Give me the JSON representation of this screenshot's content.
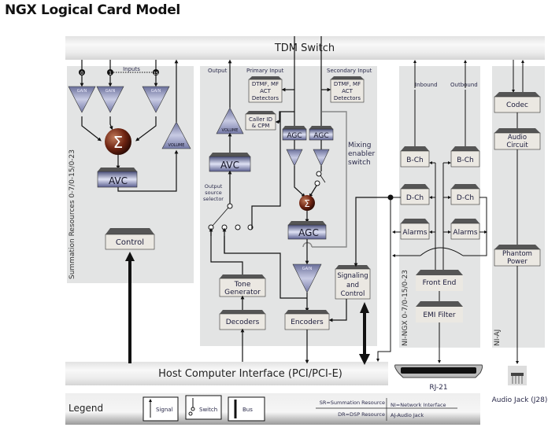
{
  "title": "NGX Logical Card Model",
  "buses": {
    "tdm": "TDM Switch",
    "host": "Host Computer Interface (PCI/PCI-E)"
  },
  "panels": {
    "summation": {
      "side_label": "Summation Resources 0-7/0-15/0-23",
      "inputs_label": "Inputs",
      "input_ids": [
        "0",
        "1",
        "15"
      ],
      "gain_label": "GAIN",
      "volume_label": "VOLUME",
      "avc_label": "AVC",
      "control_label": "Control"
    },
    "dsp": {
      "output_label": "Output",
      "primary_input_label": "Primary Input",
      "secondary_input_label": "Secondary Input",
      "detectors": [
        "DTMF, MF",
        "ACT",
        "Detectors"
      ],
      "caller_id": [
        "Caller ID",
        "& CPM"
      ],
      "volume_label": "VOLUME",
      "avc_label": "AVC",
      "agc_label": "AGC",
      "gain_label": "GAIN",
      "mixing_switch": [
        "Mixing",
        "enabler",
        "switch"
      ],
      "output_selector": [
        "Output",
        "source",
        "selector"
      ],
      "tone_generator": [
        "Tone",
        "Generator"
      ],
      "decoders": "Decoders",
      "encoders": "Encoders",
      "signaling": [
        "Signaling",
        "and",
        "Control"
      ]
    },
    "network": {
      "side_label": "NI-NGX 0-7/0-15/0-23",
      "inbound": "Inbound",
      "outbound": "Outbound",
      "bch": "B-Ch",
      "dch": "D-Ch",
      "alarms": "Alarms",
      "front_end": "Front End",
      "emi_filter": "EMI Filter",
      "connector": "RJ-21"
    },
    "audio": {
      "side_label": "NI-AJ",
      "codec": "Codec",
      "audio_circuit": [
        "Audio",
        "Circuit"
      ],
      "phantom_power": [
        "Phantom",
        "Power"
      ],
      "connector": "Audio Jack (J28)"
    }
  },
  "legend": {
    "title": "Legend",
    "signal": "Signal",
    "switch": "Switch",
    "bus": "Bus",
    "abbrev": [
      "SR=Summation Resource",
      "DR=DSP Resource",
      "NI=Network Interface",
      "AJ-Audio Jack"
    ]
  }
}
